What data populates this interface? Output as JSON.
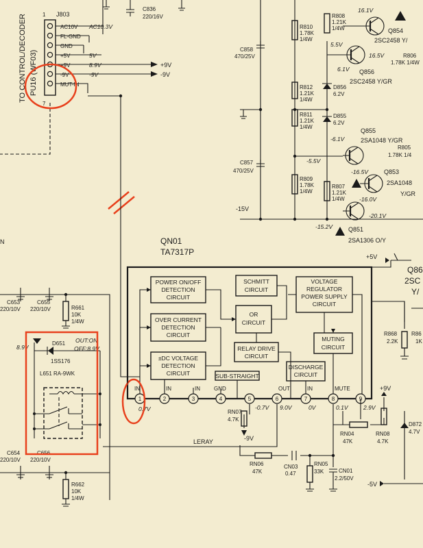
{
  "connector": {
    "name": "J803",
    "pin_top": "1",
    "pin_bottom": "7",
    "pins": [
      "AC10V",
      "FL-GND",
      "GND",
      "+5V",
      "+9V",
      "-9V",
      "MUT-IN"
    ],
    "values": [
      "AC10.3V",
      "5V",
      "8.9V",
      "-9V"
    ],
    "side_label": "TO CONTROL/DECODER",
    "side_ref": "PU16 (WF03)",
    "outputs": [
      "+9V",
      "-9V"
    ]
  },
  "caps_top": [
    {
      "ref": "C836",
      "value": "220/16V"
    },
    {
      "ref": "C858",
      "value": "470/25V"
    },
    {
      "ref": "C857",
      "value": "470/25V"
    }
  ],
  "resistors_top": [
    {
      "ref": "R810",
      "v1": "1.78K",
      "v2": "1/4W"
    },
    {
      "ref": "R812",
      "v1": "1.21K",
      "v2": "1/4W"
    },
    {
      "ref": "R811",
      "v1": "1.21K",
      "v2": "1/4W"
    },
    {
      "ref": "R809",
      "v1": "1.78K",
      "v2": "1/4W"
    },
    {
      "ref": "R808",
      "v1": "1.21K",
      "v2": "1/4W"
    },
    {
      "ref": "R807",
      "v1": "1.21K",
      "v2": "1/4W"
    }
  ],
  "r806": "R806",
  "r806v": "1.78K 1/4W",
  "r805": "R805",
  "r805v": "1.78K 1/4",
  "diodes_top": [
    {
      "ref": "D856",
      "value": "6.2V"
    },
    {
      "ref": "D855",
      "value": "6.2V"
    }
  ],
  "transistors": [
    {
      "ref": "Q854",
      "type": "2SC2458 Y/"
    },
    {
      "ref": "Q856",
      "type": "2SC2458 Y/GR"
    },
    {
      "ref": "Q855",
      "type": "2SA1048 Y/GR"
    },
    {
      "ref": "Q853",
      "type": "2SA1048"
    },
    {
      "ref": "Q851",
      "type": "2SA1306 O/Y"
    }
  ],
  "q853_suffix": "Y/GR",
  "volts_top": [
    "16.1V",
    "5.5V",
    "16.5V",
    "6.1V",
    "-6.1V",
    "-5.5V",
    "-16.5V",
    "-16.0V",
    "-20.1V",
    "-15.2V",
    "-15V"
  ],
  "ic": {
    "ref": "QN01",
    "part": "TA7317P",
    "blocks": {
      "power": [
        "POWER ON/OFF",
        "DETECTION",
        "CIRCUIT"
      ],
      "overcurrent": [
        "OVER CURRENT",
        "DETECTION",
        "CIRCUIT"
      ],
      "dc": [
        "±DC VOLTAGE",
        "DETECTION",
        "CIRCUIT"
      ],
      "schmitt": [
        "SCHMITT",
        "CIRCUIT"
      ],
      "or": [
        "OR",
        "CIRCUIT"
      ],
      "relay": [
        "RELAY DRIVE",
        "CIRCUIT"
      ],
      "regulator": [
        "VOLTAGE",
        "REGULATOR",
        "POWER SUPPLY",
        "CIRCUIT"
      ],
      "muting": [
        "MUTING",
        "CIRCUIT"
      ],
      "discharge": [
        "DISCHARGE",
        "CIRCUIT"
      ],
      "sub": "SUB-STRAIGHT"
    },
    "pins": [
      {
        "num": "1",
        "label": "IN",
        "volt": "0.7V"
      },
      {
        "num": "2",
        "label": "IN",
        "volt": ""
      },
      {
        "num": "3",
        "label": "IN",
        "volt": ""
      },
      {
        "num": "4",
        "label": "GND",
        "volt": ""
      },
      {
        "num": "5",
        "label": "",
        "volt": "-0.7V"
      },
      {
        "num": "6",
        "label": "OUT",
        "volt": "9.0V"
      },
      {
        "num": "7",
        "label": "IN",
        "volt": "0V"
      },
      {
        "num": "8",
        "label": "MUTE",
        "volt": "0.1V"
      },
      {
        "num": "9",
        "label": "",
        "volt": "2.9V"
      }
    ]
  },
  "right_side": {
    "supply_top": "+5V",
    "supply_mid": "+9V",
    "supply_bot": "-5V",
    "q86": "Q86",
    "q86_type": "2SC",
    "q86_grade": "Y/",
    "r868": "R868",
    "r868v": "2.2K",
    "r86": "R86",
    "r86v": "1K",
    "d872": "D872",
    "d872v": "4.7V",
    "rn04": "RN04",
    "rn04v": "47K",
    "rn08": "RN08",
    "rn08v": "4.7K"
  },
  "bottom": {
    "rn07": "RN07",
    "rn07v": "4.7K",
    "minus9": "-9V",
    "rn06": "RN06",
    "rn06v": "47K",
    "cn03": "CN03",
    "cn03v": "0.47",
    "rn05": "RN05",
    "rn05v": "33K",
    "cn01": "CN01",
    "cn01v": "2.2/50V",
    "leray": "LERAY"
  },
  "left_side": {
    "c653": "C653",
    "c653v": "220/10V",
    "c655": "C655",
    "c655v": "220/10V",
    "r661": "R661",
    "r661a": "10K",
    "r661b": "1/4W",
    "c654": "C654",
    "c654v": "220/10V",
    "c656": "C656",
    "c656v": "220/10V",
    "r662": "R662",
    "r662a": "10K",
    "r662b": "1/4W",
    "d651": "D651",
    "d651v": "1SS176",
    "relay": "L651 RA-9WK",
    "v_on": "8.9V",
    "v_out_on": "OUT:ON",
    "v_out_off": "OFF:8.9V",
    "edge_label": "N"
  }
}
